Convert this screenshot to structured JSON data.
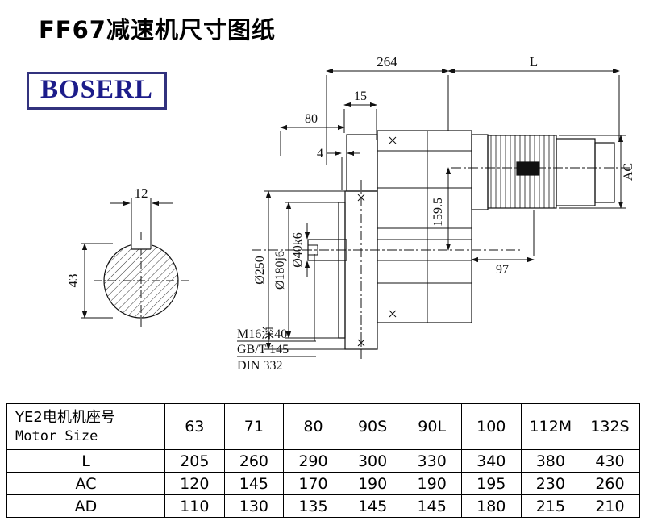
{
  "page": {
    "title": "FF67减速机尺寸图纸"
  },
  "brand": {
    "name": "BOSERL",
    "accent_color": "#1c1c8a"
  },
  "drawing": {
    "dim_264": "264",
    "dim_L": "L",
    "dim_15": "15",
    "dim_80": "80",
    "dim_4": "4",
    "dim_AC": "AC",
    "dim_159_5": "159.5",
    "dim_97": "97",
    "dim_d250": "Ø250",
    "dim_d180": "Ø180j6",
    "dim_d40": "Ø40k6",
    "dim_12": "12",
    "dim_43": "43",
    "note_1": "M16深40",
    "note_2": "GB/T 145",
    "note_3": "DIN 332"
  },
  "table": {
    "header": {
      "label_line1": "YE2电机机座号",
      "label_line2": "Motor Size",
      "sizes": [
        "63",
        "71",
        "80",
        "90S",
        "90L",
        "100",
        "112M",
        "132S"
      ]
    },
    "rows": [
      {
        "label": "L",
        "values": [
          "205",
          "260",
          "290",
          "300",
          "330",
          "340",
          "380",
          "430"
        ]
      },
      {
        "label": "AC",
        "values": [
          "120",
          "145",
          "170",
          "190",
          "190",
          "195",
          "230",
          "260"
        ]
      },
      {
        "label": "AD",
        "values": [
          "110",
          "130",
          "135",
          "145",
          "145",
          "180",
          "215",
          "210"
        ]
      }
    ]
  }
}
